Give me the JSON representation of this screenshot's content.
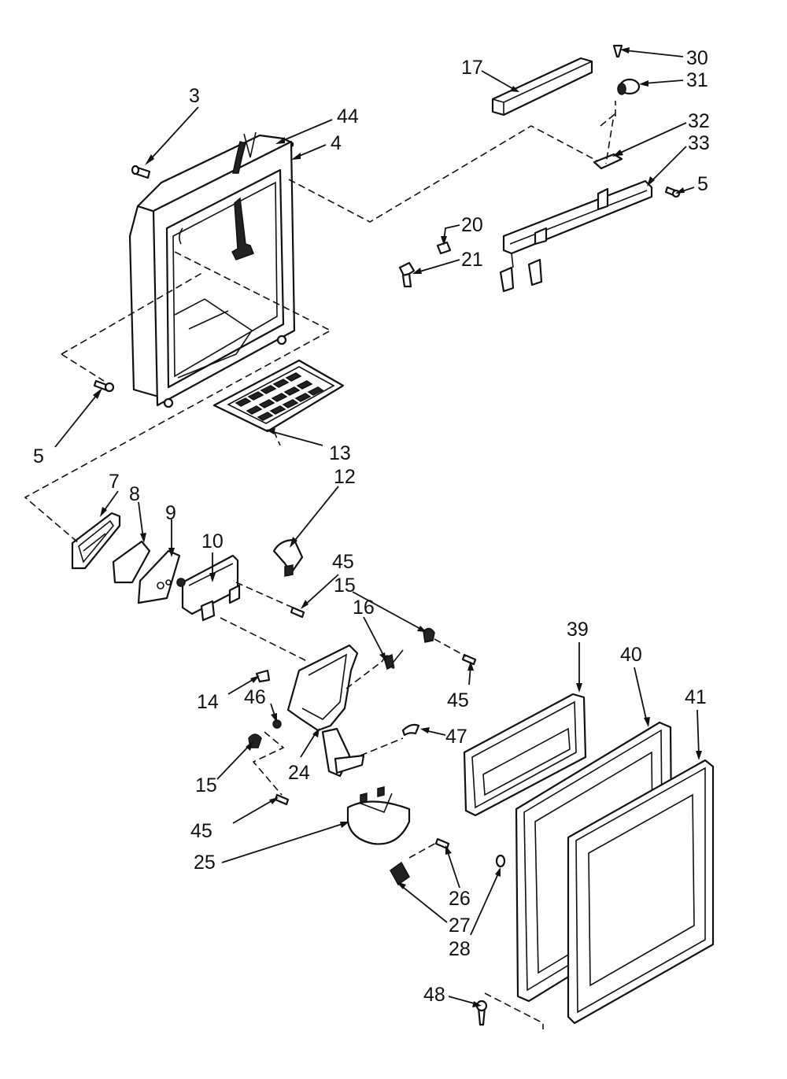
{
  "diagram": {
    "callouts": {
      "c3": "3",
      "c44": "44",
      "c4": "4",
      "c5a": "5",
      "c5b": "5",
      "c13": "13",
      "c12": "12",
      "c7": "7",
      "c8": "8",
      "c9": "9",
      "c10": "10",
      "c45a": "45",
      "c45b": "45",
      "c45c": "45",
      "c15a": "15",
      "c15b": "15",
      "c16": "16",
      "c14": "14",
      "c46": "46",
      "c24": "24",
      "c25": "25",
      "c47": "47",
      "c26": "26",
      "c27": "27",
      "c28": "28",
      "c48": "48",
      "c39": "39",
      "c40": "40",
      "c41": "41",
      "c17": "17",
      "c30": "30",
      "c31": "31",
      "c32": "32",
      "c33": "33",
      "c20": "20",
      "c21": "21"
    }
  }
}
